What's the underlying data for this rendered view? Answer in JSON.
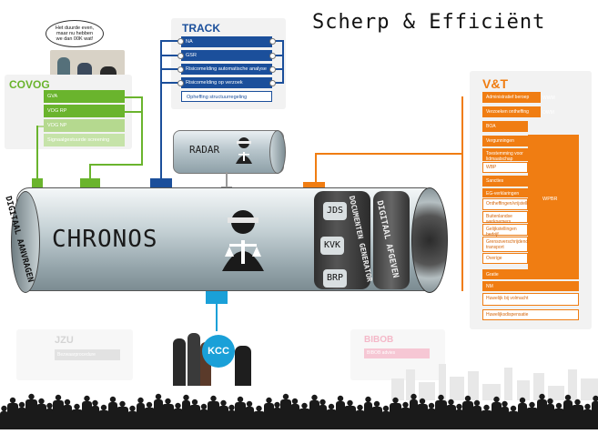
{
  "title": "Scherp & Efficiënt",
  "speech_bubble": "Het duurde even, maar nu hebben we dan 00K wat!",
  "covog": {
    "title": "COVOG",
    "items": [
      "GVA",
      "VOG RP",
      "VOG NP",
      "Signaalgestuurde screening"
    ]
  },
  "track": {
    "title": "TRACK",
    "items": [
      "NA",
      "GSR",
      "Risicomelding automatische analyse",
      "Risicomelding op verzoek",
      "Opheffing structuurregeling"
    ]
  },
  "radar": {
    "label": "RADAR"
  },
  "vt": {
    "title": "V&T",
    "items": [
      {
        "label": "Administratief beroep",
        "group": "WWM",
        "fill": true
      },
      {
        "label": "Verzoeken ontheffing",
        "group": "OWM",
        "fill": true
      },
      {
        "label": "BOA",
        "fill": true
      },
      {
        "label": "Vergunningen",
        "fill": true
      },
      {
        "label": "Toestemming voor lidmaatschap",
        "fill": true
      },
      {
        "label": "WBP",
        "fill": false
      },
      {
        "label": "Sancties",
        "fill": true
      },
      {
        "label": "EG-verklaringen",
        "fill": true
      },
      {
        "label": "Ontheffingen/vrijstellingen",
        "fill": false
      },
      {
        "label": "Buitenlandse werknemers",
        "fill": false
      },
      {
        "label": "Gelijkstellingen bedrijf",
        "fill": false
      },
      {
        "label": "Grensoverschrijdend transport",
        "fill": false
      },
      {
        "label": "Overige",
        "fill": false
      },
      {
        "label": "Gratie",
        "fill": true
      },
      {
        "label": "NM",
        "fill": true
      },
      {
        "label": "Huwelijk bij volmacht",
        "fill": false
      },
      {
        "label": "Huwelijksdispensatie",
        "fill": false
      }
    ],
    "group_wpbr": "WPBR"
  },
  "chronos": {
    "label": "CHRONOS",
    "left_band": "DIGITAAL AANVRAGEN",
    "right_band": "DIGITAAL AFGEVEN",
    "doc_band": "DOCUMENTEN GENERATOR",
    "segments": [
      "JDS",
      "KVK",
      "BRP"
    ]
  },
  "kcc": {
    "label": "KCC"
  },
  "jzu": {
    "title": "JZU",
    "item": "Bezwaarprocedure"
  },
  "bibob": {
    "title": "BIBOB",
    "item": "BIBOB advies"
  },
  "colors": {
    "green": "#6ab42d",
    "blue": "#1b4f9b",
    "orange": "#f07d12",
    "teal": "#1aa0d8"
  }
}
